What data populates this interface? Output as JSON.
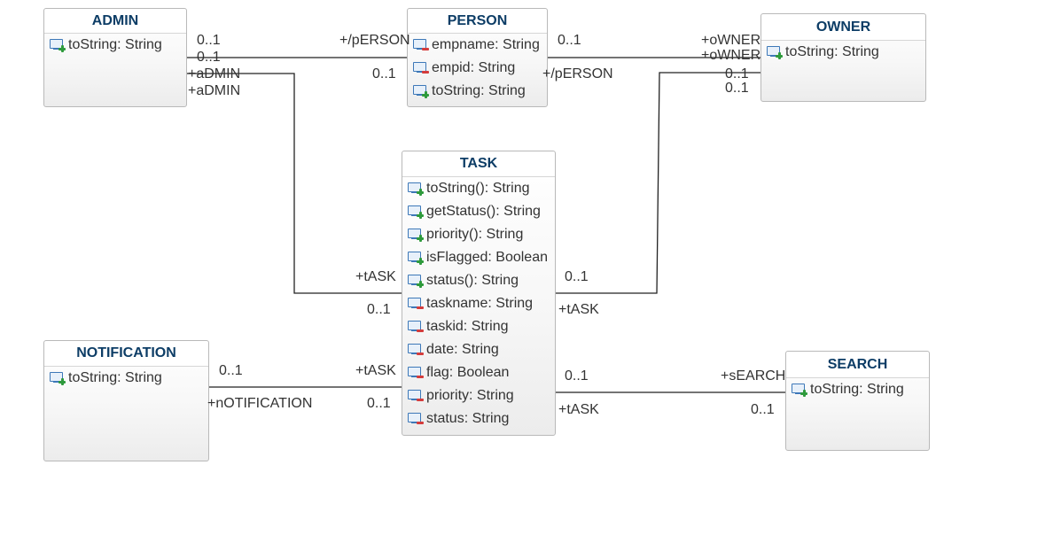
{
  "classes": {
    "admin": {
      "name": "ADMIN",
      "members": [
        {
          "text": "toString: String",
          "visibility": "public",
          "icon": "public-member-icon"
        }
      ]
    },
    "person": {
      "name": "PERSON",
      "members": [
        {
          "text": "empname: String",
          "visibility": "private",
          "icon": "private-member-icon"
        },
        {
          "text": "empid: String",
          "visibility": "private",
          "icon": "private-member-icon"
        },
        {
          "text": "toString: String",
          "visibility": "public",
          "icon": "public-member-icon"
        }
      ]
    },
    "owner": {
      "name": "OWNER",
      "members": [
        {
          "text": "toString: String",
          "visibility": "public",
          "icon": "public-member-icon"
        }
      ]
    },
    "task": {
      "name": "TASK",
      "members": [
        {
          "text": "toString(): String",
          "visibility": "public",
          "icon": "public-member-icon"
        },
        {
          "text": "getStatus(): String",
          "visibility": "public",
          "icon": "public-member-icon"
        },
        {
          "text": "priority(): String",
          "visibility": "public",
          "icon": "public-member-icon"
        },
        {
          "text": "isFlagged: Boolean",
          "visibility": "public",
          "icon": "public-member-icon"
        },
        {
          "text": "status(): String",
          "visibility": "public",
          "icon": "public-member-icon"
        },
        {
          "text": "taskname: String",
          "visibility": "private",
          "icon": "private-member-icon"
        },
        {
          "text": "taskid: String",
          "visibility": "private",
          "icon": "private-member-icon"
        },
        {
          "text": "date: String",
          "visibility": "private",
          "icon": "private-member-icon"
        },
        {
          "text": "flag: Boolean",
          "visibility": "private",
          "icon": "private-member-icon"
        },
        {
          "text": "priority: String",
          "visibility": "private",
          "icon": "private-member-icon"
        },
        {
          "text": "status: String",
          "visibility": "private",
          "icon": "private-member-icon"
        }
      ]
    },
    "notification": {
      "name": "NOTIFICATION",
      "members": [
        {
          "text": "toString: String",
          "visibility": "public",
          "icon": "public-member-icon"
        }
      ]
    },
    "search": {
      "name": "SEARCH",
      "members": [
        {
          "text": "toString: String",
          "visibility": "public",
          "icon": "public-member-icon"
        }
      ]
    }
  },
  "associations": {
    "admin_person": {
      "admin_mult_1": "0..1",
      "admin_mult_2": "0..1",
      "admin_role_1": "+aDMIN",
      "admin_role_2": "+aDMIN",
      "person_role": "+/pERSON",
      "person_mult": "0..1"
    },
    "person_owner": {
      "person_mult": "0..1",
      "person_role": "+/pERSON",
      "owner_role_1": "+oWNER",
      "owner_role_2": "+oWNER",
      "owner_mult_1": "0..1",
      "owner_mult_2": "0..1"
    },
    "admin_task": {
      "task_role": "+tASK",
      "task_mult": "0..1"
    },
    "owner_task": {
      "owner_mult": "0..1",
      "task_role": "+tASK"
    },
    "notification_task": {
      "notification_mult": "0..1",
      "notification_role": "+nOTIFICATION",
      "task_role": "+tASK",
      "task_mult": "0..1"
    },
    "task_search": {
      "task_mult": "0..1",
      "task_role": "+tASK",
      "search_role": "+sEARCH",
      "search_mult": "0..1"
    }
  },
  "colors": {
    "class_title": "#0d3d66",
    "public_marker": "#2e9a3c",
    "private_marker": "#d43c3c",
    "member_icon": "#3d78b8",
    "line": "#222222"
  }
}
